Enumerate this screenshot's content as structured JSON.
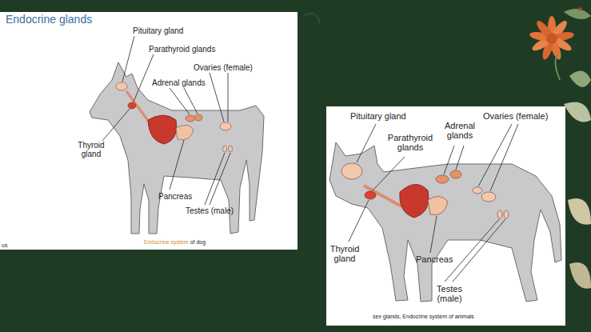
{
  "diagram": {
    "title": "Endocrine glands",
    "labels": [
      "Pituitary gland",
      "Parathyroid glands",
      "Ovaries (female)",
      "Adrenal glands",
      "Thyroid gland",
      "Pancreas",
      "Testes (male)",
      "Endocrine system",
      "of dog",
      "us",
      "*",
      "Pituitary gland",
      "Parathyroid glands",
      "Adrenal glands",
      "Ovaries (female)",
      "Thyroid gland",
      "Pancreas",
      "Testes (male)",
      "sex glands, Endocrine system of animals"
    ]
  }
}
